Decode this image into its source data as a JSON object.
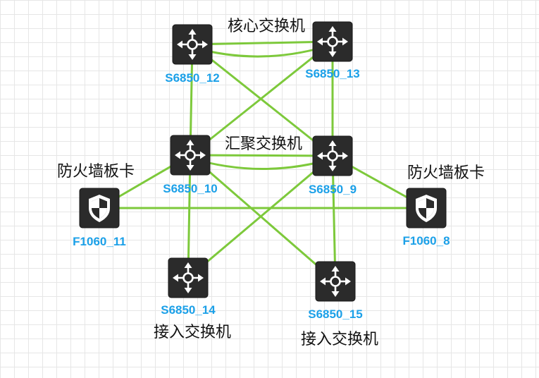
{
  "colors": {
    "link": "#7dc93b",
    "device_label": "#1ba0e8",
    "device_body": "#2b2b2b",
    "group_label": "#111111"
  },
  "groups": {
    "core": "核心交换机",
    "aggregation": "汇聚交换机",
    "firewall_left": "防火墙板卡",
    "firewall_right": "防火墙板卡",
    "access_left": "接入交换机",
    "access_right": "接入交换机"
  },
  "devices": [
    {
      "id": "s12",
      "label": "S6850_12",
      "type": "switch",
      "icon": "switch-icon"
    },
    {
      "id": "s13",
      "label": "S6850_13",
      "type": "switch",
      "icon": "switch-icon"
    },
    {
      "id": "s10",
      "label": "S6850_10",
      "type": "switch",
      "icon": "switch-icon"
    },
    {
      "id": "s9",
      "label": "S6850_9",
      "type": "switch",
      "icon": "switch-icon"
    },
    {
      "id": "f11",
      "label": "F1060_11",
      "type": "firewall",
      "icon": "firewall-shield-icon"
    },
    {
      "id": "f8",
      "label": "F1060_8",
      "type": "firewall",
      "icon": "firewall-shield-icon"
    },
    {
      "id": "s14",
      "label": "S6850_14",
      "type": "switch",
      "icon": "switch-icon"
    },
    {
      "id": "s15",
      "label": "S6850_15",
      "type": "switch",
      "icon": "switch-icon"
    }
  ],
  "links": [
    {
      "from": "s12",
      "to": "s13"
    },
    {
      "from": "s12",
      "to": "s13",
      "curve": "down"
    },
    {
      "from": "s12",
      "to": "s10"
    },
    {
      "from": "s12",
      "to": "s9"
    },
    {
      "from": "s13",
      "to": "s10"
    },
    {
      "from": "s13",
      "to": "s9"
    },
    {
      "from": "s10",
      "to": "s9"
    },
    {
      "from": "s10",
      "to": "s9",
      "curve": "down"
    },
    {
      "from": "s10",
      "to": "f11"
    },
    {
      "from": "s9",
      "to": "f8"
    },
    {
      "from": "f11",
      "to": "f8"
    },
    {
      "from": "s10",
      "to": "s14"
    },
    {
      "from": "s10",
      "to": "s15"
    },
    {
      "from": "s9",
      "to": "s14"
    },
    {
      "from": "s9",
      "to": "s15"
    }
  ]
}
